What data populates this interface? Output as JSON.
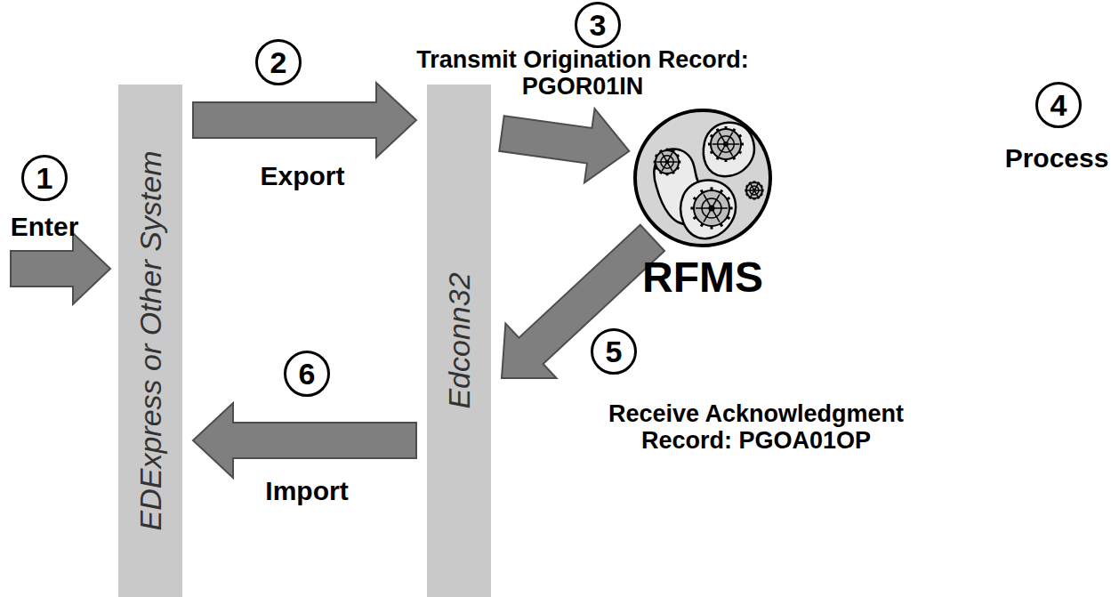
{
  "diagram": {
    "nodes": [
      {
        "text": [
          "EDExpress or Other System"
        ]
      },
      {
        "text": [
          "Edconn32"
        ]
      },
      {
        "text": [
          "RFMS"
        ]
      }
    ],
    "edges": [
      {
        "from": 0,
        "to": 1,
        "arrow": "to",
        "label": "Export"
      },
      {
        "from": 1,
        "to": 2,
        "arrow": "to",
        "label": "Transmit Origination Record: PGOR01IN"
      },
      {
        "from": 2,
        "to": 1,
        "arrow": "to",
        "label": "Receive Acknowledgment Record: PGOA01OP"
      },
      {
        "from": 1,
        "to": 0,
        "arrow": "to",
        "label": "Import"
      }
    ],
    "labels": [
      "1",
      "Enter",
      "2",
      "3",
      "4",
      "Process",
      "5",
      "6"
    ]
  }
}
